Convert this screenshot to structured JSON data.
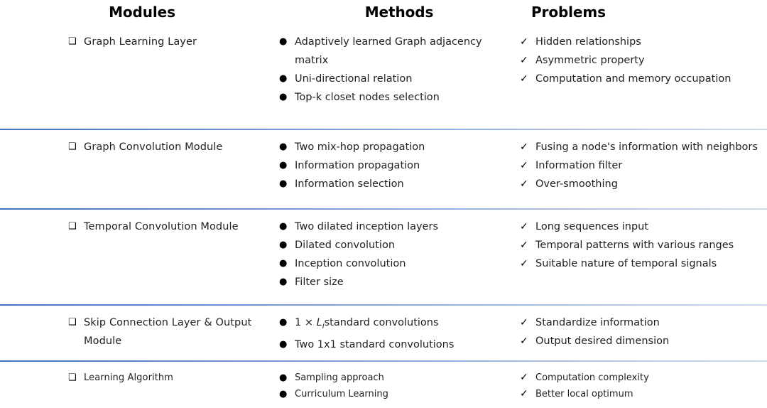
{
  "headers": {
    "modules": "Modules",
    "methods": "Methods",
    "problems": "Problems"
  },
  "markers": {
    "square": "❑",
    "bullet": "●",
    "check": "✓"
  },
  "colors": {
    "divider_start": "#4472c4",
    "divider_end": "#cfdaf0",
    "text": "#1f1f1f",
    "background": "#ffffff"
  },
  "rows": [
    {
      "module": "Graph Learning Layer",
      "methods": [
        "Adaptively learned Graph adjacency matrix",
        "Uni-directional relation",
        "Top-k closet nodes selection"
      ],
      "problems": [
        "Hidden relationships",
        "Asymmetric property",
        "Computation and memory occupation"
      ]
    },
    {
      "module": "Graph Convolution Module",
      "methods": [
        "Two mix-hop propagation",
        "Information propagation",
        "Information selection"
      ],
      "problems": [
        "Fusing a node's information with neighbors",
        "Information filter",
        "Over-smoothing"
      ]
    },
    {
      "module": "Temporal Convolution Module",
      "methods": [
        "Two dilated inception layers",
        "Dilated convolution",
        "Inception convolution",
        "Filter size"
      ],
      "problems": [
        "Long sequences input",
        "Temporal patterns with various ranges",
        "Suitable nature of temporal signals"
      ]
    },
    {
      "module": "Skip Connection Layer & Output Module",
      "methods": [
        "1 × Li standard convolutions",
        "Two 1x1 standard convolutions"
      ],
      "methods_html": [
        "1 &times; <span class=\"ital\">L<span class=\"sub\">i</span></span>standard convolutions",
        "Two 1x1 standard convolutions"
      ],
      "problems": [
        "Standardize information",
        "Output desired dimension"
      ]
    },
    {
      "module": "Learning Algorithm",
      "methods": [
        "Sampling approach",
        "Curriculum Learning"
      ],
      "problems": [
        "Computation complexity",
        "Better local optimum"
      ]
    }
  ]
}
